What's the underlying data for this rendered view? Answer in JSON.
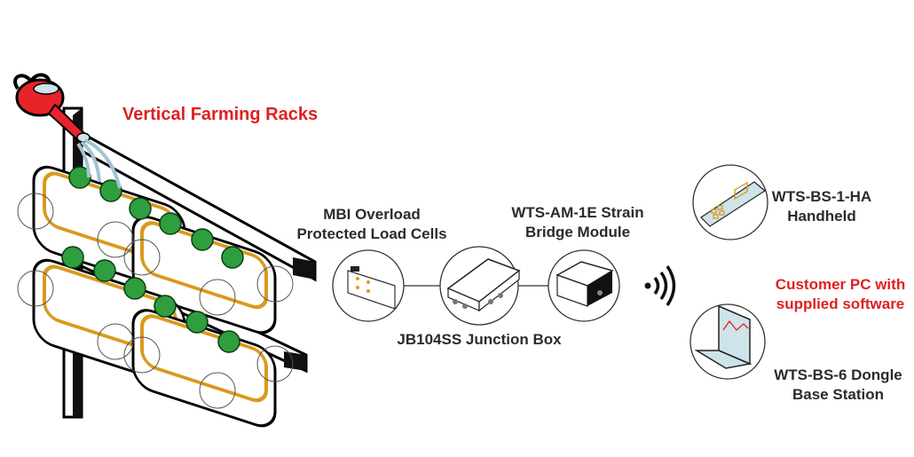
{
  "diagram": {
    "title": "Vertical Farming Racks",
    "accent_color": "#e02020",
    "components": [
      {
        "id": "load-cells",
        "label_line1": "MBI Overload",
        "label_line2": "Protected Load Cells",
        "icon": "load-cell-icon"
      },
      {
        "id": "junction-box",
        "label_line1": "JB104SS Junction Box",
        "icon": "junction-box-icon"
      },
      {
        "id": "strain-module",
        "label_line1": "WTS-AM-1E Strain",
        "label_line2": "Bridge Module",
        "icon": "strain-module-icon"
      },
      {
        "id": "handheld",
        "label_line1": "WTS-BS-1-HA",
        "label_line2": "Handheld",
        "icon": "handheld-icon"
      },
      {
        "id": "pc",
        "label_line1": "Customer PC with",
        "label_line2": "supplied software",
        "icon": "laptop-icon"
      },
      {
        "id": "dongle",
        "label_line1": "WTS-BS-6 Dongle",
        "label_line2": "Base Station"
      }
    ],
    "wireless_icon": "wireless-signal-icon"
  }
}
